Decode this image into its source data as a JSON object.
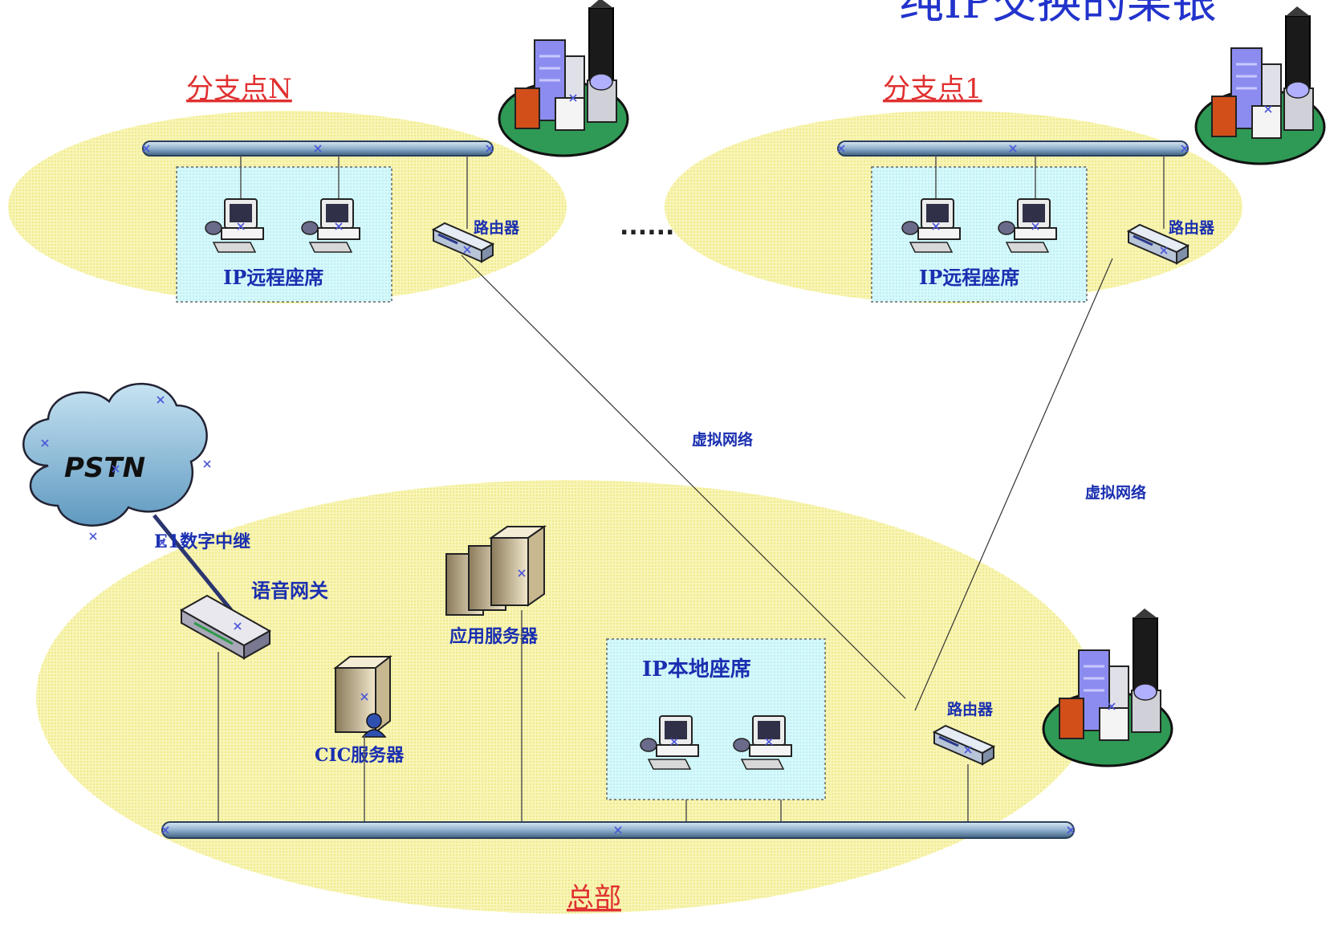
{
  "title_fragment": "纯IP交换的某银",
  "sites": {
    "branch_n": {
      "label": "分支点N",
      "agents_label": "IP远程座席",
      "router_label": "路由器"
    },
    "branch_1": {
      "label": "分支点1",
      "agents_label": "IP远程座席",
      "router_label": "路由器"
    },
    "hq": {
      "label": "总部",
      "local_agents_label": "IP本地座席",
      "router_label": "路由器",
      "app_server_label": "应用服务器",
      "cic_server_label": "CIC服务器",
      "gateway_label": "语音网关",
      "trunk_label": "E1数字中继"
    }
  },
  "ellipsis": "......",
  "pstn_label": "PSTN",
  "vpn_label_left": "虚拟网络",
  "vpn_label_right": "虚拟网络",
  "colors": {
    "zone": "#f7f3a6",
    "agent_box": "#d4f8fb",
    "bus": "#8fb0cc",
    "site_label": "#e03030",
    "blue_label": "#1a2fb0"
  }
}
